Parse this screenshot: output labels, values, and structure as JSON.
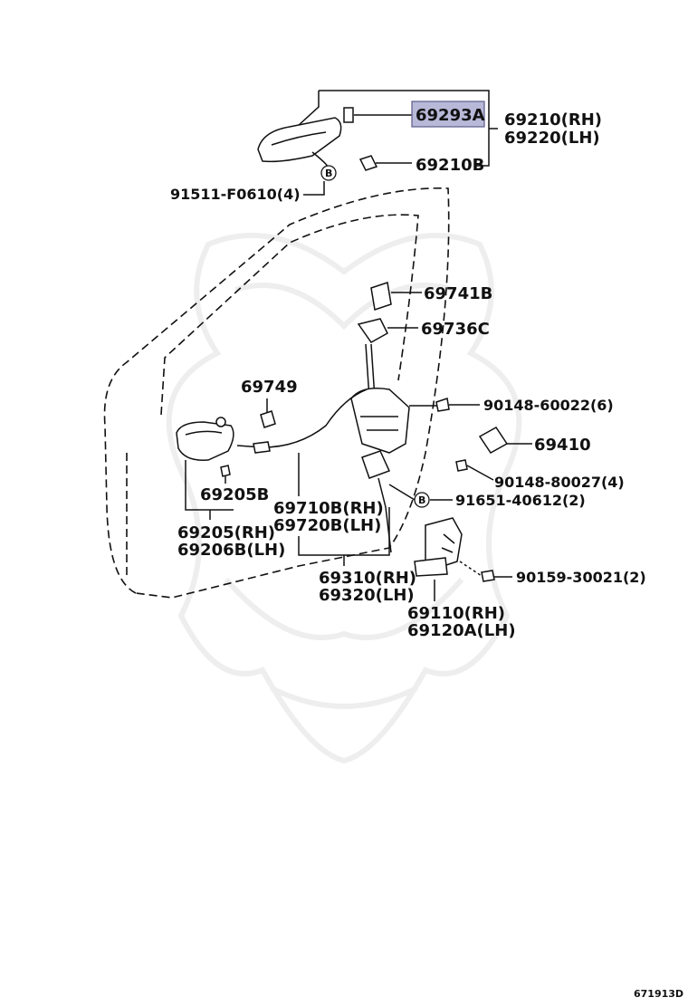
{
  "labels": {
    "p69293a": "69293A",
    "p69210rh": "69210(RH)",
    "p69220lh": "69220(LH)",
    "p69210b": "69210B",
    "p91511": "91511-F0610(4)",
    "p69741b": "69741B",
    "p69736c": "69736C",
    "p69749": "69749",
    "p90148_60022": "90148-60022(6)",
    "p69410": "69410",
    "p90148_80027": "90148-80027(4)",
    "p91651": "91651-40612(2)",
    "p69205b": "69205B",
    "p69710b": "69710B(RH)",
    "p69720b": "69720B(LH)",
    "p69205rh": "69205(RH)",
    "p69206b": "69206B(LH)",
    "p69310": "69310(RH)",
    "p69320": "69320(LH)",
    "p90159": "90159-30021(2)",
    "p69110": "69110(RH)",
    "p69120a": "69120A(LH)",
    "ref_b_top": "B",
    "ref_b_mid": "B"
  },
  "highlight": {
    "color": "#b8b8d8",
    "border": "#5a5a8a"
  },
  "footer_code": "671913D"
}
